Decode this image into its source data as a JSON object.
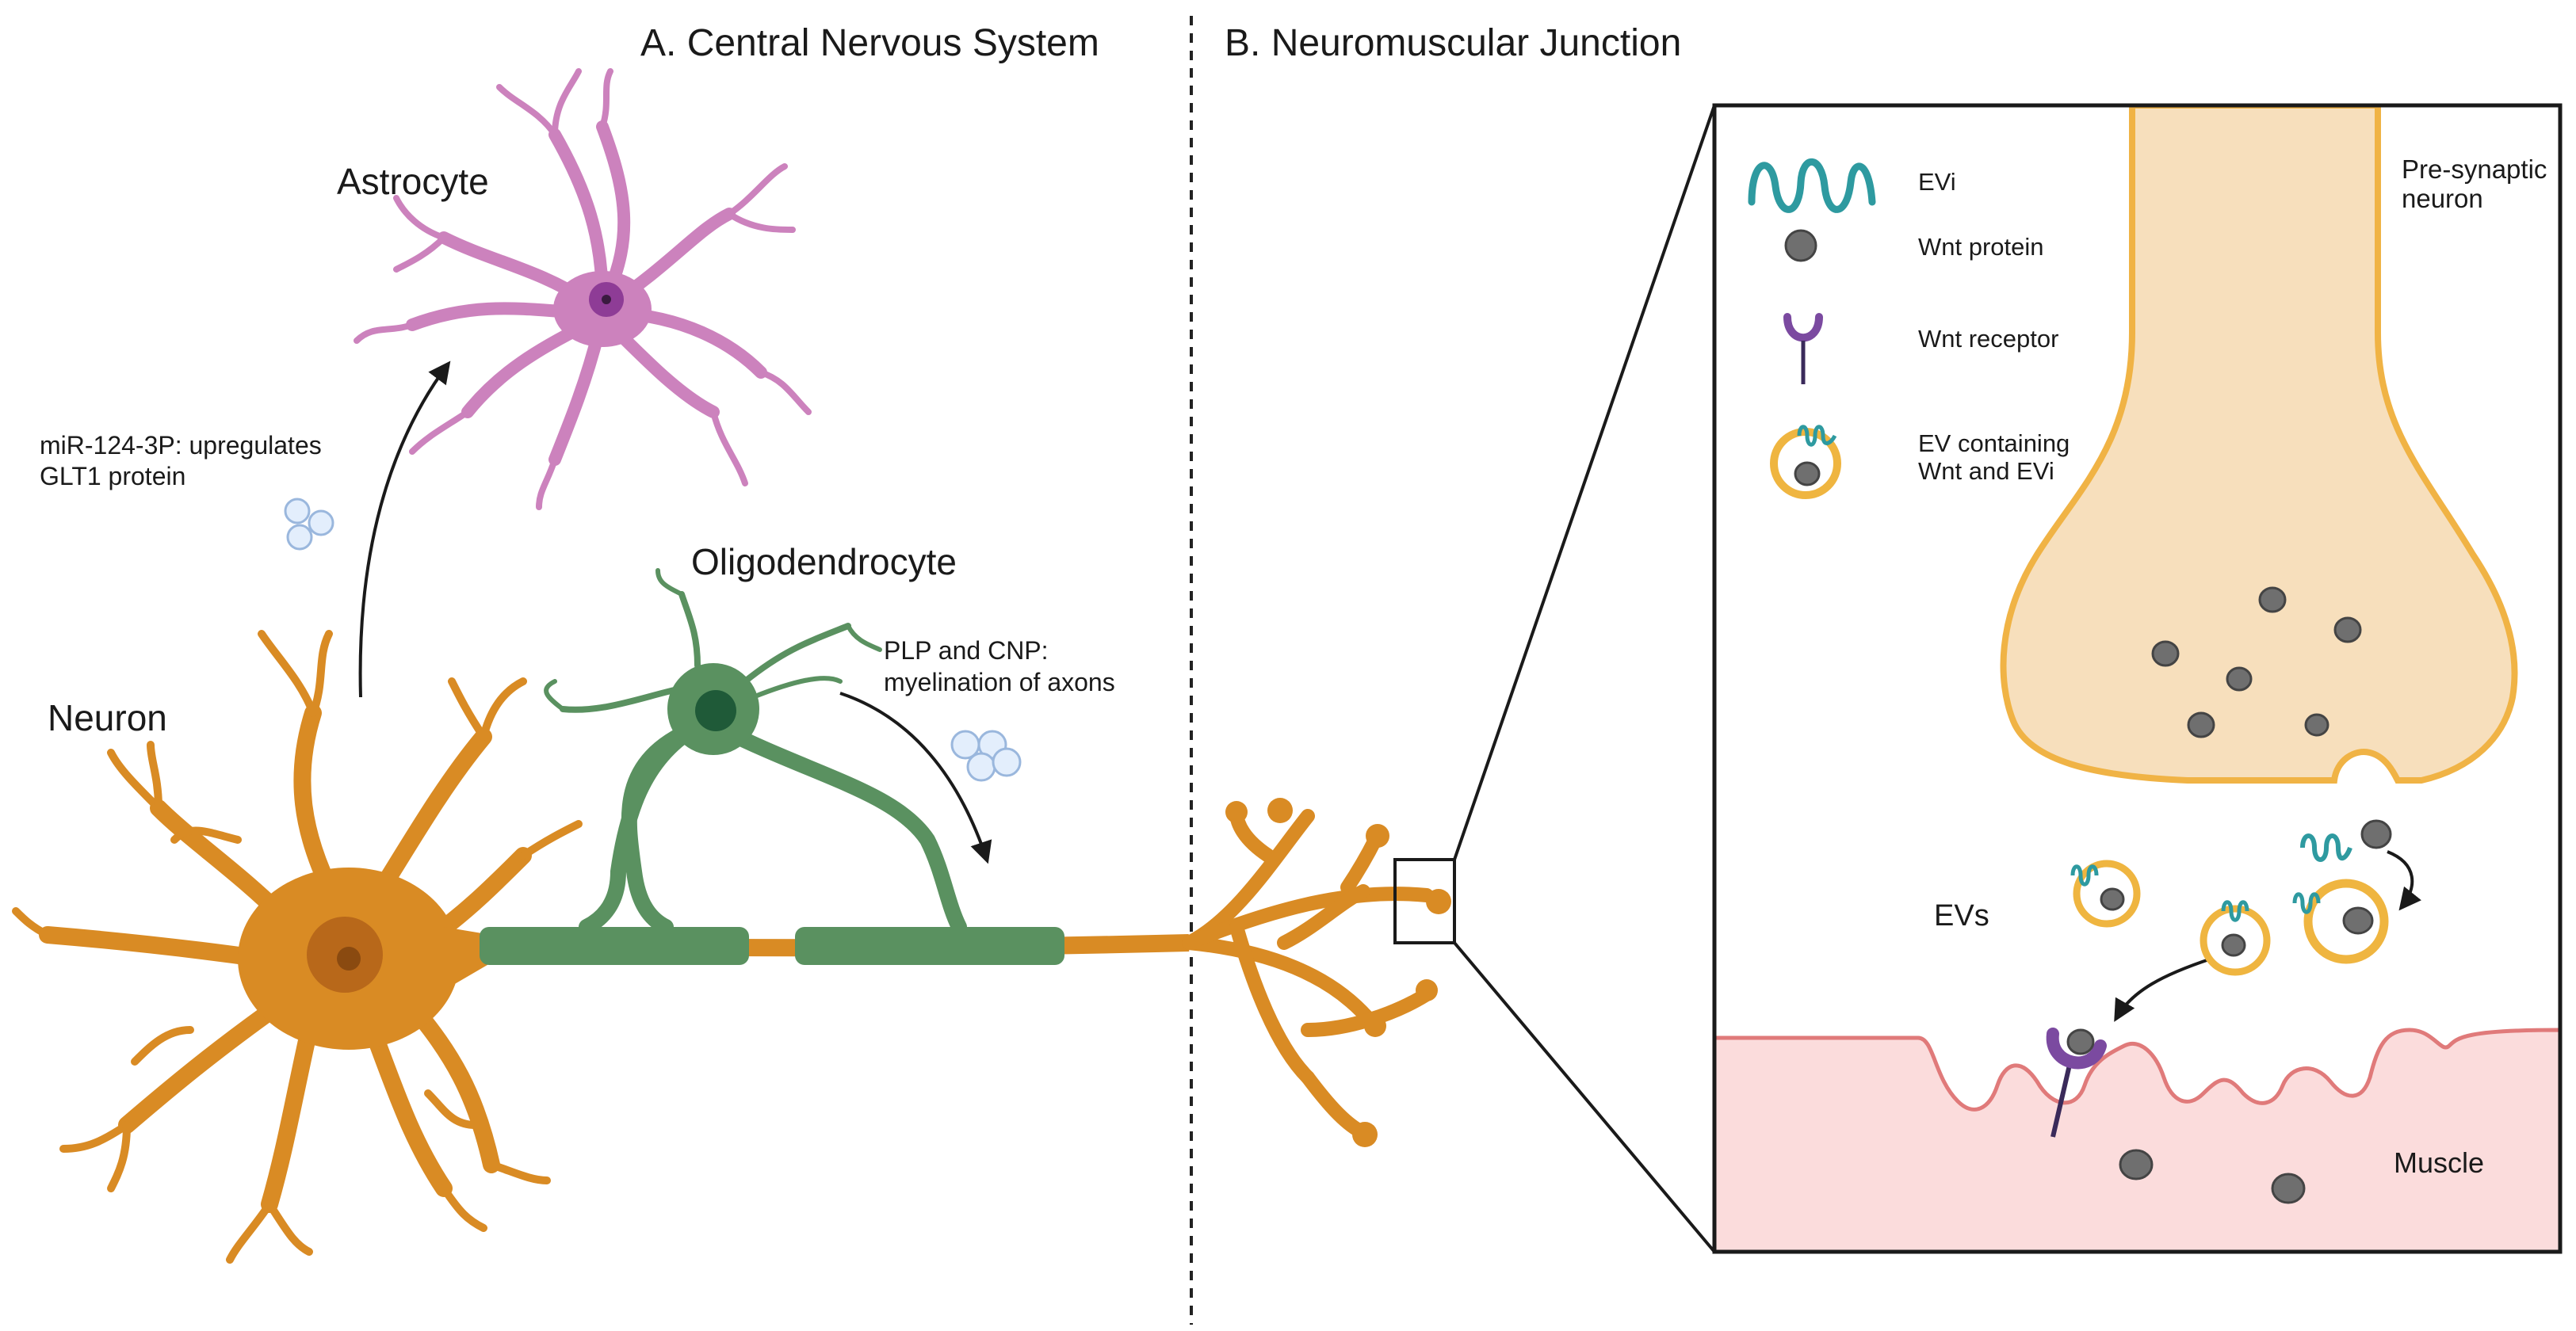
{
  "headers": {
    "cns": "A. Central Nervous System",
    "nmj": "B. Neuromuscular Junction"
  },
  "cells": {
    "astrocyte": "Astrocyte",
    "oligodendrocyte": "Oligodendrocyte",
    "neuron": "Neuron"
  },
  "annotations": {
    "mir_line1": "miR-124-3P: upregulates",
    "mir_line2": "GLT1 protein",
    "plp_line1": "PLP and CNP:",
    "plp_line2": "myelination of axons",
    "evs": "EVs",
    "presyn_line1": "Pre-synaptic",
    "presyn_line2": "neuron",
    "muscle": "Muscle"
  },
  "legend": {
    "evi": "EVi",
    "wnt_protein": "Wnt protein",
    "wnt_receptor": "Wnt receptor",
    "ev_line1": "EV containing",
    "ev_line2": "Wnt and EVi"
  },
  "colors": {
    "neuron": "#d98b24",
    "neuron_dark": "#b8681a",
    "myelin": "#5a9160",
    "astrocyte": "#cc82bd",
    "astrocyte_nucleus": "#8e3c96",
    "presynaptic_fill": "#f7dfbc",
    "presynaptic_stroke": "#f0b345",
    "muscle_fill": "#fbdcdc",
    "muscle_stroke": "#e07a7a",
    "evi": "#2e9aa0",
    "wnt": "#6f6f6f",
    "receptor": "#7b4aa0",
    "vesicle_ring": "#efb540",
    "inset_border": "#1a1a1a"
  },
  "icons": [
    "vesicle-cluster-icon",
    "evi-icon",
    "wnt-protein-icon",
    "wnt-receptor-icon",
    "ev-icon",
    "arrow-icon"
  ]
}
